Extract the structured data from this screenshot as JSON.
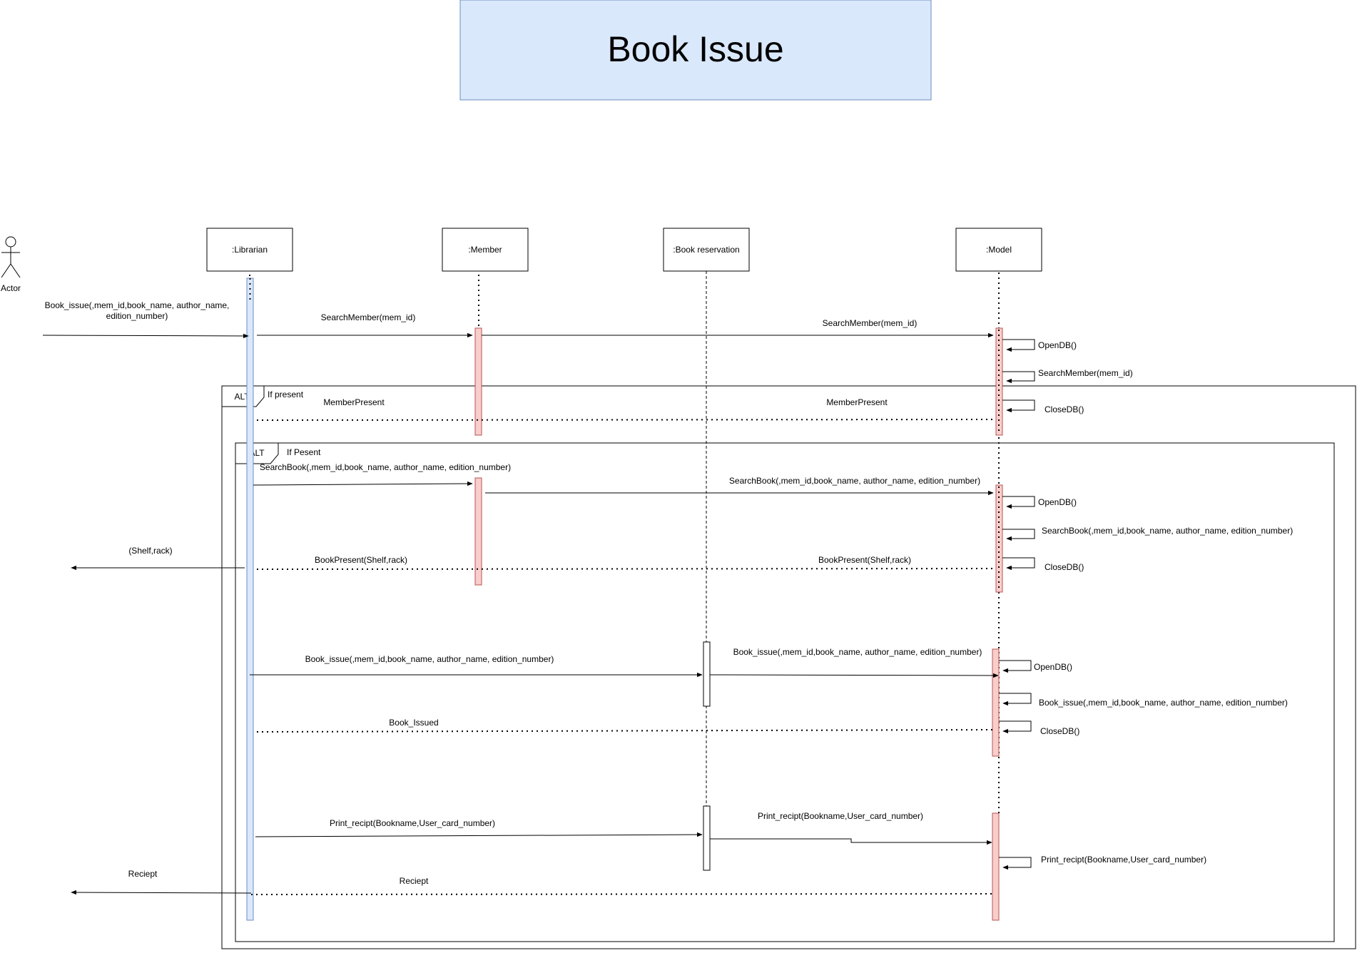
{
  "title": "Book Issue",
  "actor": {
    "label": "Actor"
  },
  "lifelines": {
    "librarian": ":Librarian",
    "member": ":Member",
    "reservation": ":Book reservation",
    "model": ":Model"
  },
  "fragments": {
    "outer": {
      "tag": "ALT",
      "guard": "If present"
    },
    "inner": {
      "tag": "ALT",
      "guard": "If Pesent"
    }
  },
  "messages": {
    "m_book_issue_in": "Book_issue(,mem_id,book_name, author_name,",
    "m_book_issue_in_2": "edition_number)",
    "m_search_member_1": "SearchMember(mem_id)",
    "m_search_member_2": "SearchMember(mem_id)",
    "m_opendb_1": "OpenDB()",
    "m_search_member_self": "SearchMember(mem_id)",
    "m_closedb_1": "CloseDB()",
    "m_member_present_1": "MemberPresent",
    "m_member_present_2": "MemberPresent",
    "m_search_book_1": "SearchBook(,mem_id,book_name, author_name, edition_number)",
    "m_search_book_2": "SearchBook(,mem_id,book_name, author_name, edition_number)",
    "m_opendb_2": "OpenDB()",
    "m_search_book_self": "SearchBook(,mem_id,book_name, author_name, edition_number)",
    "m_closedb_2": "CloseDB()",
    "m_shelf_rack": "(Shelf,rack)",
    "m_book_present_1": "BookPresent(Shelf,rack)",
    "m_book_present_2": "BookPresent(Shelf,rack)",
    "m_book_issue_1": "Book_issue(,mem_id,book_name, author_name, edition_number)",
    "m_book_issue_2": "Book_issue(,mem_id,book_name, author_name, edition_number)",
    "m_opendb_3": "OpenDB()",
    "m_book_issue_self": "Book_issue(,mem_id,book_name, author_name, edition_number)",
    "m_closedb_3": "CloseDB()",
    "m_book_issued": "Book_Issued",
    "m_print_1": "Print_recipt(Bookname,User_card_number)",
    "m_print_2": "Print_recipt(Bookname,User_card_number)",
    "m_print_self": "Print_recipt(Bookname,User_card_number)",
    "m_reciept_1": "Reciept",
    "m_reciept_2": "Reciept"
  },
  "colors": {
    "title_fill": "#dae8fc",
    "title_stroke": "#6c8ebf",
    "librarian_activation": "#dae8fc",
    "model_activation": "#f8cecc",
    "model_activation_stroke": "#b85450"
  }
}
